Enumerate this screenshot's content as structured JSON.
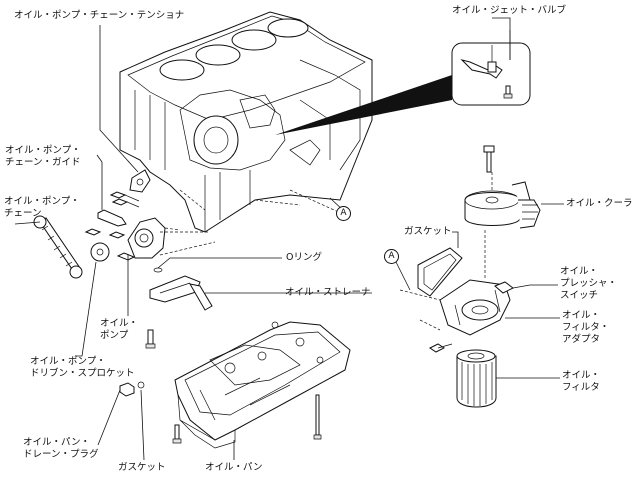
{
  "labels": {
    "tensioner": "オイル・ポンプ・チェーン・テンショナ",
    "chain_guide": [
      "オイル・ポンプ・",
      "チェーン・ガイド"
    ],
    "chain": [
      "オイル・ポンプ・",
      "チェーン"
    ],
    "pump": [
      "オイル・",
      "ポンプ"
    ],
    "sprocket": [
      "オイル・ポンプ・",
      "ドリブン・スプロケット"
    ],
    "drain_plug": [
      "オイル・パン・",
      "ドレーン・プラグ"
    ],
    "gasket_bottom": "ガスケット",
    "oil_pan": "オイル・パン",
    "o_ring": "Oリング",
    "strainer": "オイル・ストレーナ",
    "jet_valve": "オイル・ジェット・バルブ",
    "cooler": "オイル・クーラ",
    "gasket_right": "ガスケット",
    "pressure_switch": [
      "オイル・",
      "プレッシャ・",
      "スイッチ"
    ],
    "filter_adapter": [
      "オイル・",
      "フィルタ・",
      "アダプタ"
    ],
    "filter": [
      "オイル・",
      "フィルタ"
    ]
  },
  "ref_marks": {
    "a1": "A",
    "a2": "A"
  }
}
